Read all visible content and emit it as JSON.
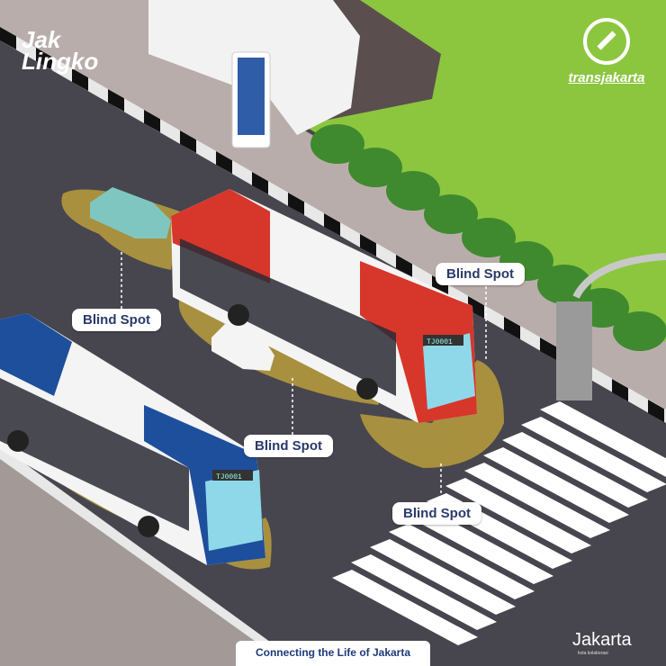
{
  "logos": {
    "jaklingko": [
      "Jak",
      "Lingko"
    ],
    "transjakarta": "transjakarta",
    "jakarta": "Jakarta",
    "jakarta_tagline": "kota kolaborasi"
  },
  "bus_codes": {
    "red_bus": "TJ0001",
    "blue_bus": "TJ0001"
  },
  "blind_spot_labels": [
    "Blind Spot",
    "Blind Spot",
    "Blind Spot",
    "Blind Spot"
  ],
  "footer": {
    "tagline": "Connecting the Life of Jakarta"
  },
  "colors": {
    "road": "#47464e",
    "grass": "#8cc63f",
    "sidewalk": "#b9adab",
    "red_bus": "#d7362b",
    "blue_bus": "#1e4f9c",
    "blind_spot": "#c8a93a"
  }
}
